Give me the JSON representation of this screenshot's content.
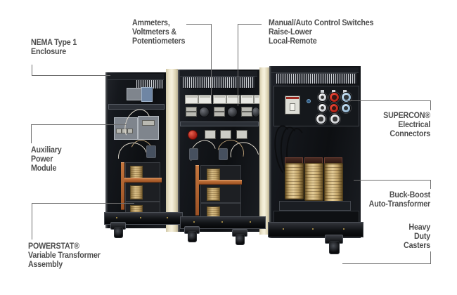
{
  "figure": {
    "type": "annotated-product-photo",
    "subject": "Three-section variable transformer power supply cabinet assembly",
    "background_color": "#ffffff",
    "label_color": "#4d4d4d",
    "leader_color": "#6e6e6e",
    "cabinet_color": "#14161a",
    "divider_color": "#efe8cf",
    "copper_color": "#b5652f",
    "coil_color": "#d7bd86"
  },
  "callouts": [
    {
      "id": "nema-enclosure",
      "name": "NEMA Type 1 Enclosure",
      "align": "left",
      "lines": [
        "NEMA Type 1",
        "Enclosure"
      ]
    },
    {
      "id": "meters",
      "name": "Ammeters, Voltmeters & Potentiometers",
      "align": "left",
      "lines": [
        "Ammeters,",
        "Voltmeters &",
        "Potentiometers"
      ]
    },
    {
      "id": "control-switches",
      "name": "Manual/Auto Control Switches",
      "align": "left",
      "lines": [
        "Manual/Auto Control Switches",
        "Raise-Lower",
        "Local-Remote"
      ]
    },
    {
      "id": "supercon",
      "name": "SUPERCON Electrical Connectors",
      "align": "right",
      "lines": [
        "SUPERCON®",
        "Electrical",
        "Connectors"
      ]
    },
    {
      "id": "aux-power",
      "name": "Auxiliary Power Module",
      "align": "left",
      "lines": [
        "Auxiliary",
        "Power",
        "Module"
      ]
    },
    {
      "id": "powerstat",
      "name": "POWERSTAT Variable Transformer Assembly",
      "align": "left",
      "lines": [
        "POWERSTAT®",
        "Variable Transformer",
        "Assembly"
      ]
    },
    {
      "id": "buck-boost",
      "name": "Buck-Boost Auto-Transformer",
      "align": "right",
      "lines": [
        "Buck-Boost",
        "Auto-Transformer"
      ]
    },
    {
      "id": "casters",
      "name": "Heavy Duty Casters",
      "align": "right",
      "lines": [
        "Heavy",
        "Duty",
        "Casters"
      ]
    }
  ],
  "equipment": {
    "sections": [
      {
        "id": "left-cabinet",
        "name": "Auxiliary power / NEMA Type 1 enclosure section"
      },
      {
        "id": "middle-cabinet",
        "name": "Instrumentation and control section"
      },
      {
        "id": "right-cabinet",
        "name": "Buck-boost transformer and connector section"
      }
    ],
    "meter_count": 6,
    "knob_count": 3,
    "caster_count": 4,
    "buck_boost_coils": 3
  }
}
